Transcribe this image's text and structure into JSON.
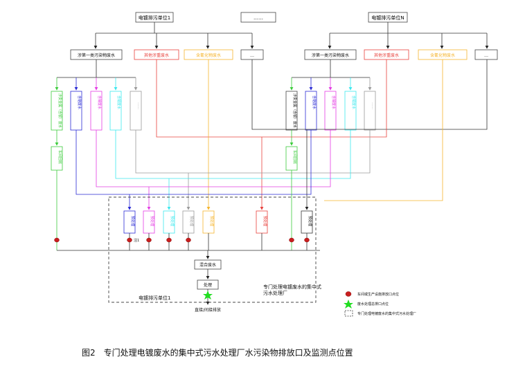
{
  "units": {
    "unit_1": "电镀排污单位1",
    "unit_ellipsis": "……",
    "unit_n": "电镀排污单位N"
  },
  "categories": {
    "class1": "涉第一类污染物废水",
    "heavy": "其他涉重废水",
    "cyanide": "含氰化物废水",
    "more": "…"
  },
  "streams": {
    "left_green": "涉贵金属（含银）废水",
    "right_green": "涉贵金属（含银）废水",
    "chrome": "含铬废水",
    "nickel": "含镍废水",
    "cadmium": "含镉废水",
    "more": "……"
  },
  "recovery": "车间回收",
  "pretreat": "预处理",
  "note1": "注1",
  "mixed": "混合废水",
  "process": "处理",
  "discharge": "直接/间接排放",
  "facility_label": "专门处理电镀废水的集中式污水处理厂",
  "unit_box_label": "电镀排污单位1",
  "legend": {
    "red": "车间或生产设施排放口点位",
    "green": "废水处理总排口点位",
    "dashed": "专门处理电镀废水的集中式污水处理厂"
  },
  "caption": "图2　专门处理电镀废水的集中式污水处理厂水污染物排放口及监测点位置",
  "colors": {
    "black": "#222222",
    "red": "#e8413c",
    "orange": "#f5b52e",
    "green": "#3ccc3c",
    "blue": "#2a2ad4",
    "magenta": "#e43ce4",
    "cyan": "#3ce8ee",
    "gray": "#9a9a9a",
    "darkred": "#c81e1e",
    "star": "#22dd22"
  }
}
